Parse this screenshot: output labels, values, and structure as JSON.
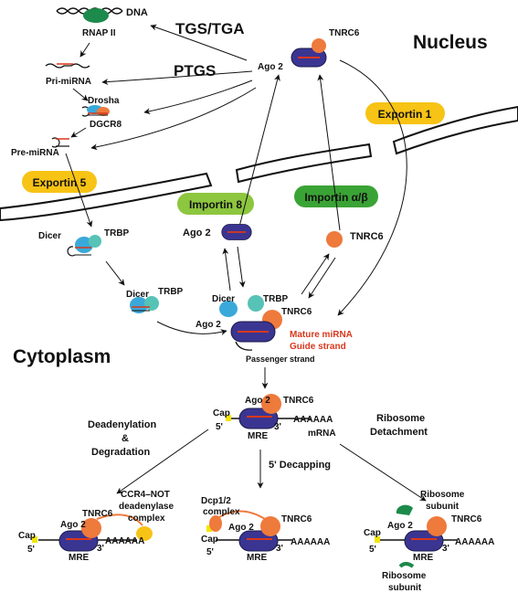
{
  "regions": {
    "nucleus": "Nucleus",
    "cytoplasm": "Cytoplasm"
  },
  "pathways": {
    "tgs": "TGS/TGA",
    "ptgs": "PTGS",
    "deadenylation": "Deadenylation",
    "amp": "&",
    "degradation": "Degradation",
    "decapping": "5' Decapping",
    "ribosome": "Ribosome",
    "detachment": "Detachment"
  },
  "nuclear": {
    "dna": "DNA",
    "rnap": "RNAP II",
    "pri": "Pri-miRNA",
    "drosha": "Drosha",
    "dgcr8": "DGCR8",
    "pre": "Pre-miRNA",
    "ago2": "Ago 2",
    "tnrc6": "TNRC6"
  },
  "transport": {
    "exportin5": "Exportin 5",
    "exportin1": "Exportin 1",
    "importin8": "Importin 8",
    "importin_ab": "Importin α/β"
  },
  "cyto": {
    "dicer": "Dicer",
    "trbp": "TRBP",
    "ago2": "Ago 2",
    "tnrc6": "TNRC6",
    "mature": "Mature miRNA",
    "guide": "Guide strand",
    "passenger": "Passenger strand"
  },
  "mrna": {
    "cap": "Cap",
    "five": "5'",
    "three": "3'",
    "mre": "MRE",
    "polya": "AAAAAA",
    "mrna": "mRNA"
  },
  "outcomes": {
    "ccr4_1": "CCR4–NOT",
    "ccr4_2": "deadenylase",
    "ccr4_3": "complex",
    "dcp_1": "Dcp1/2",
    "dcp_2": "complex",
    "ribo_sub_1": "Ribosome",
    "ribo_sub_2": "subunit"
  },
  "colors": {
    "ago": "#3b3592",
    "tnrc6": "#ee7a3c",
    "dicer": "#3aa9d9",
    "trbp": "#57c2b6",
    "exportin": "#f7c315",
    "importin8": "#8dc63f",
    "importin_ab": "#3aa335",
    "rnap": "#1c8a4a",
    "guide": "#d8381c",
    "cap": "#f3e600"
  },
  "icons": [
    "ago2-complex",
    "tnrc6-protein",
    "dicer-protein",
    "trbp-protein",
    "rnap-ii",
    "drosha-dgcr8",
    "ribosome-subunit",
    "mrna-strand"
  ]
}
